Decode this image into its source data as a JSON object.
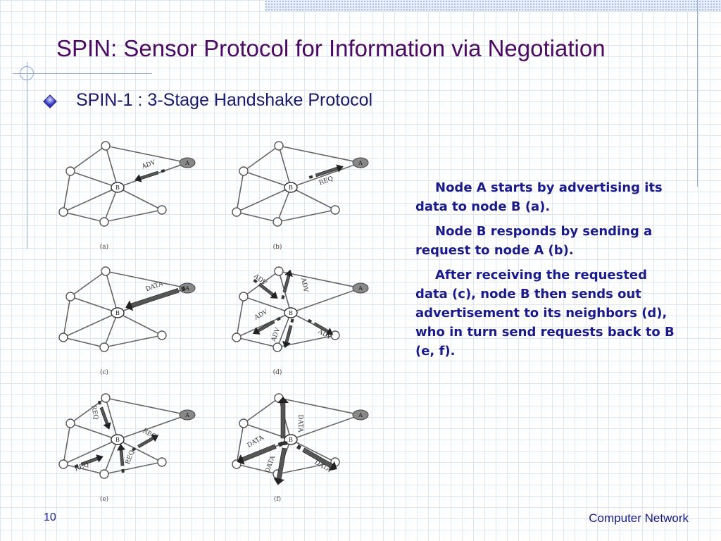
{
  "slide": {
    "title": "SPIN: Sensor Protocol for Information via Negotiation",
    "bullet": "SPIN-1 : 3-Stage Handshake Protocol",
    "page_number": "10",
    "footer": "Computer Network"
  },
  "description": [
    "Node A starts by advertising its data to node B (a).",
    "Node B responds by sending a request to node A (b).",
    "After receiving the requested data (c), node B then sends out advertisement to its neighbors (d), who in turn send requests back to B (e, f)."
  ],
  "diagram": {
    "node_labels": {
      "a": "A",
      "b": "B"
    },
    "panels": [
      {
        "caption": "(a)",
        "arrows": [
          {
            "label": "ADV"
          }
        ]
      },
      {
        "caption": "(b)",
        "arrows": [
          {
            "label": "REQ"
          }
        ]
      },
      {
        "caption": "(c)",
        "arrows": [
          {
            "label": "DATA"
          }
        ]
      },
      {
        "caption": "(d)",
        "arrows": [
          {
            "label": "ADV"
          },
          {
            "label": "ADV"
          },
          {
            "label": "ADV"
          },
          {
            "label": "ADV"
          },
          {
            "label": "ADV"
          }
        ]
      },
      {
        "caption": "(e)",
        "arrows": [
          {
            "label": "REQ"
          },
          {
            "label": "REQ"
          },
          {
            "label": "REQ"
          },
          {
            "label": "REQ"
          }
        ]
      },
      {
        "caption": "(f)",
        "arrows": [
          {
            "label": "DATA"
          },
          {
            "label": "DATA"
          },
          {
            "label": "DATA"
          },
          {
            "label": "DATA"
          }
        ]
      }
    ]
  }
}
